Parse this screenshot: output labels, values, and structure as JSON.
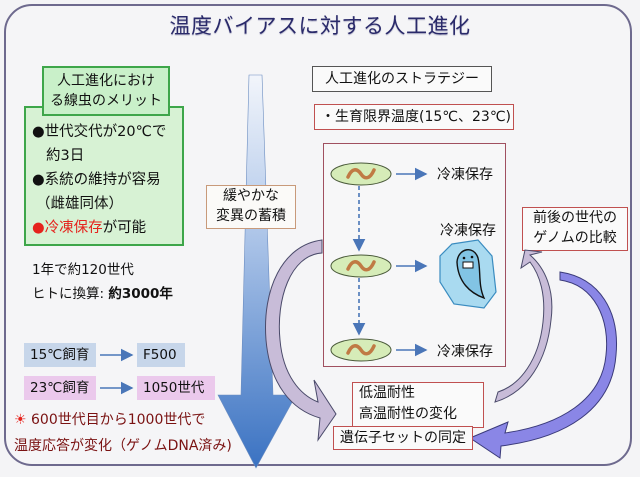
{
  "title": "温度バイアスに対する人工進化",
  "merit": {
    "header_line1": "人工進化におけ",
    "header_line2": "る線虫のメリット",
    "items": [
      {
        "bullet": "●",
        "text": "世代交代が20℃で",
        "continuation": "約3日"
      },
      {
        "bullet": "●",
        "text": "系統の維持が容易",
        "continuation": "（雌雄同体）"
      },
      {
        "bullet": "●",
        "highlight": "冷凍保存",
        "text": "が可能"
      }
    ],
    "highlight_color": "#e5231d"
  },
  "stats": {
    "per_year": "1年で約120世代",
    "human_equiv_label": "ヒトに換算: ",
    "human_equiv_value": "約3000年"
  },
  "rearing": [
    {
      "condition": "15℃飼育",
      "result": "F500",
      "color": "#c7d6ea"
    },
    {
      "condition": "23℃飼育",
      "result": "1050世代",
      "color": "#ebc9ec"
    }
  ],
  "note": {
    "icon": "sun-icon",
    "line1": "600世代目から1000世代で",
    "line2": "温度応答が変化（ゲノムDNA済み)"
  },
  "slow_accumulation": {
    "line1": "緩やかな",
    "line2": "変異の蓄積"
  },
  "strategy": {
    "title": "人工進化のストラテジー",
    "limit_temperature": "・生育限界温度(15℃、23℃)",
    "freeze_labels": [
      "冷凍保存",
      "冷凍保存",
      "冷凍保存"
    ]
  },
  "comparison": {
    "line1": "前後の世代の",
    "line2": "ゲノムの比較"
  },
  "temp_change": {
    "line1": "低温耐性",
    "line2": "高温耐性の変化"
  },
  "gene_identification": "遺伝子セットの同定"
}
